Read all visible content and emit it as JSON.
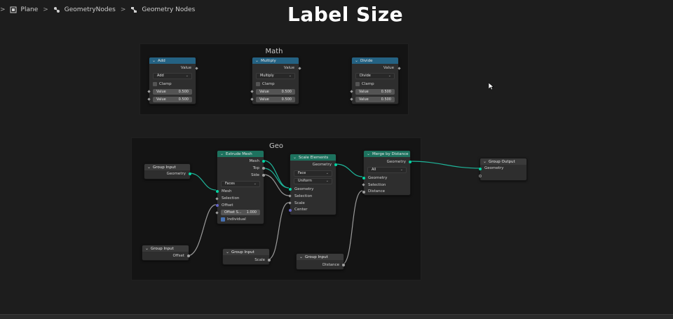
{
  "breadcrumb": {
    "items": [
      "Plane",
      "GeometryNodes",
      "Geometry Nodes"
    ]
  },
  "title": "Label Size",
  "frames": {
    "math": "Math",
    "geo": "Geo"
  },
  "math_nodes": {
    "add": {
      "title": "Add",
      "out": "Value",
      "op": "Add",
      "clamp": "Clamp",
      "v1_label": "Value",
      "v1": "0.500",
      "v2_label": "Value",
      "v2": "0.500"
    },
    "multiply": {
      "title": "Multiply",
      "out": "Value",
      "op": "Multiply",
      "clamp": "Clamp",
      "v1_label": "Value",
      "v1": "0.500",
      "v2_label": "Value",
      "v2": "0.500"
    },
    "divide": {
      "title": "Divide",
      "out": "Value",
      "op": "Divide",
      "clamp": "Clamp",
      "v1_label": "Value",
      "v1": "0.500",
      "v2_label": "Value",
      "v2": "0.500"
    }
  },
  "geo_nodes": {
    "group_input_1": {
      "title": "Group Input",
      "out": "Geometry"
    },
    "extrude": {
      "title": "Extrude Mesh",
      "out1": "Mesh",
      "out2": "Top",
      "out3": "Side",
      "mode": "Faces",
      "in1": "Mesh",
      "in2": "Selection",
      "in3": "Offset",
      "offset_label": "Offset S...",
      "offset_val": "1.000",
      "individual": "Individual"
    },
    "scale": {
      "title": "Scale Elements",
      "out": "Geometry",
      "domain": "Face",
      "mode": "Uniform",
      "in1": "Geometry",
      "in2": "Selection",
      "in3": "Scale",
      "in4": "Center"
    },
    "merge": {
      "title": "Merge by Distance",
      "out": "Geometry",
      "mode": "All",
      "in1": "Geometry",
      "in2": "Selection",
      "in3": "Distance"
    },
    "group_output": {
      "title": "Group Output",
      "in": "Geometry"
    },
    "group_input_offset": {
      "title": "Group Input",
      "out": "Offset"
    },
    "group_input_scale": {
      "title": "Group Input",
      "out": "Scale"
    },
    "group_input_distance": {
      "title": "Group Input",
      "out": "Distance"
    }
  },
  "colors": {
    "math_header": "#246283",
    "geometry_header": "#1d725e",
    "geometry_socket": "#00d6a3",
    "link_geometry": "#1fb59a",
    "link_float": "#9a9a9a"
  }
}
